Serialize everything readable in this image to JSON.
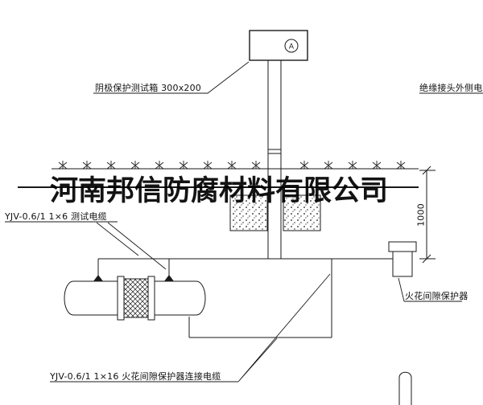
{
  "diagram": {
    "title_hint": "cathodic protection test station detail drawing",
    "ink_color": "#1a1a1a",
    "watermark": "河南邦信防腐材料有限公司",
    "meter_label": "A",
    "dimension": "1000",
    "labels": {
      "test_box": "阴极保护测试箱 300x200",
      "outer_cable": "绝缘接头外侧电缆",
      "test_cable": "YJV-0.6/1 1×6  测试电缆",
      "spark_gap_protector": "火花间隙保护器",
      "connection_cable": "YJV-0.6/1 1×16  火花间隙保护器连接电缆"
    }
  }
}
